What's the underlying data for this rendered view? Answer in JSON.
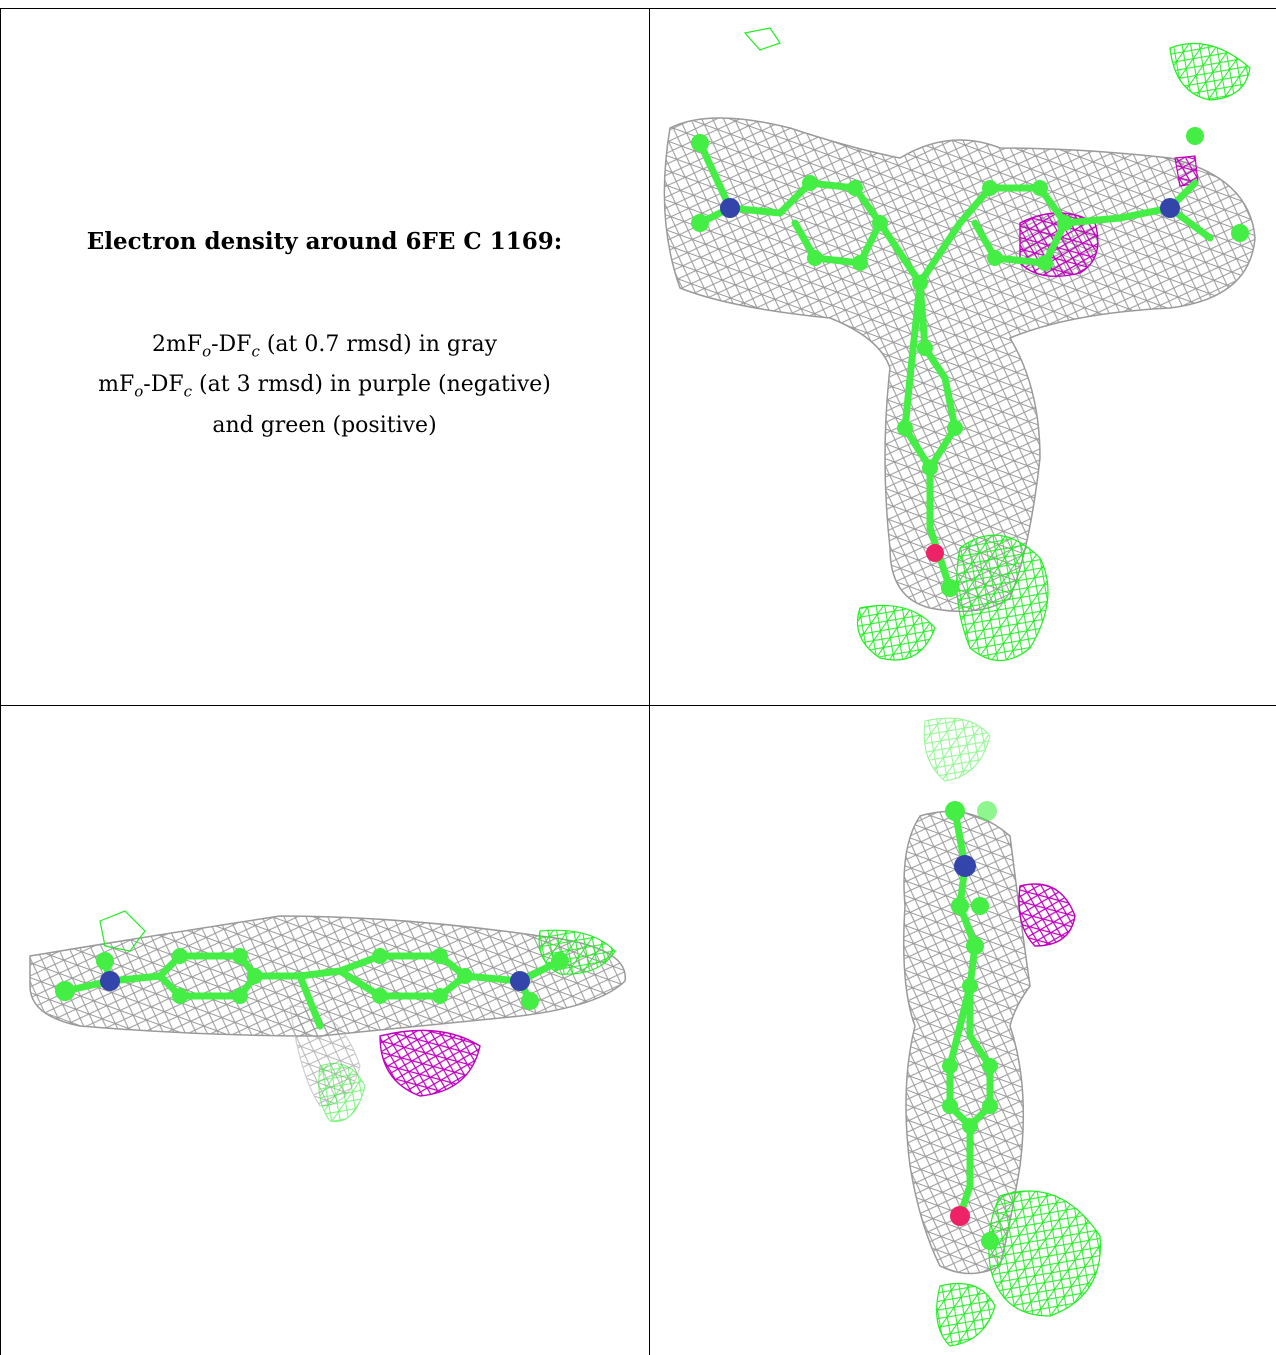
{
  "caption": {
    "title": "Electron density around 6FE C 1169:",
    "line1": "2mFₒ-DFᶜ (at 0.7 rmsd) in gray",
    "line2": "mFₒ-DFᶜ (at 3 rmsd) in purple (negative)",
    "line3": "and green (positive)"
  },
  "colors": {
    "mesh_2fofc": "#9a9a9a",
    "mesh_negative": "#c000c0",
    "mesh_positive": "#22ee22",
    "carbon": "#44ee44",
    "nitrogen": "#3344aa",
    "oxygen": "#ee2266"
  },
  "panels": [
    "top-view",
    "side-view",
    "end-view"
  ]
}
